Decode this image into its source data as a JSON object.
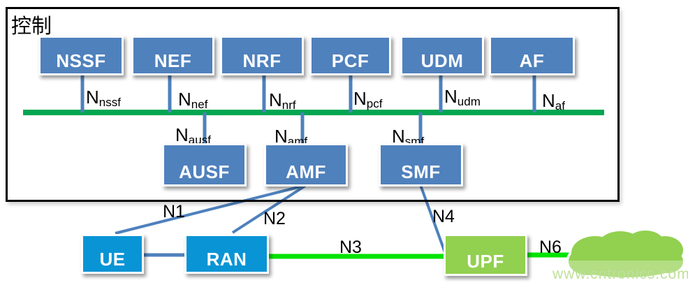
{
  "control_area": {
    "label": "控制"
  },
  "network_functions": {
    "top": [
      {
        "name": "NSSF",
        "if_main": "N",
        "if_sub": "nssf"
      },
      {
        "name": "NEF",
        "if_main": "N",
        "if_sub": "nef"
      },
      {
        "name": "NRF",
        "if_main": "N",
        "if_sub": "nrf"
      },
      {
        "name": "PCF",
        "if_main": "N",
        "if_sub": "pcf"
      },
      {
        "name": "UDM",
        "if_main": "N",
        "if_sub": "udm"
      },
      {
        "name": "AF",
        "if_main": "N",
        "if_sub": "af"
      }
    ],
    "middle": [
      {
        "name": "AUSF",
        "if_main": "N",
        "if_sub": "ausf"
      },
      {
        "name": "AMF",
        "if_main": "N",
        "if_sub": "amf"
      },
      {
        "name": "SMF",
        "if_main": "N",
        "if_sub": "smf"
      }
    ],
    "bottom": [
      {
        "name": "UE"
      },
      {
        "name": "RAN"
      },
      {
        "name": "UPF"
      }
    ]
  },
  "links": {
    "n1": "N1",
    "n2": "N2",
    "n3": "N3",
    "n4": "N4",
    "n6": "N6"
  },
  "watermark": "www.cntronics.com",
  "colors": {
    "nf_blue": "#4F81BD",
    "access_blue": "#0994D5",
    "user_plane_green": "#92D050",
    "bus_green": "#00A651",
    "data_link_green": "#00E400",
    "connector_blue": "#4E81BC"
  }
}
